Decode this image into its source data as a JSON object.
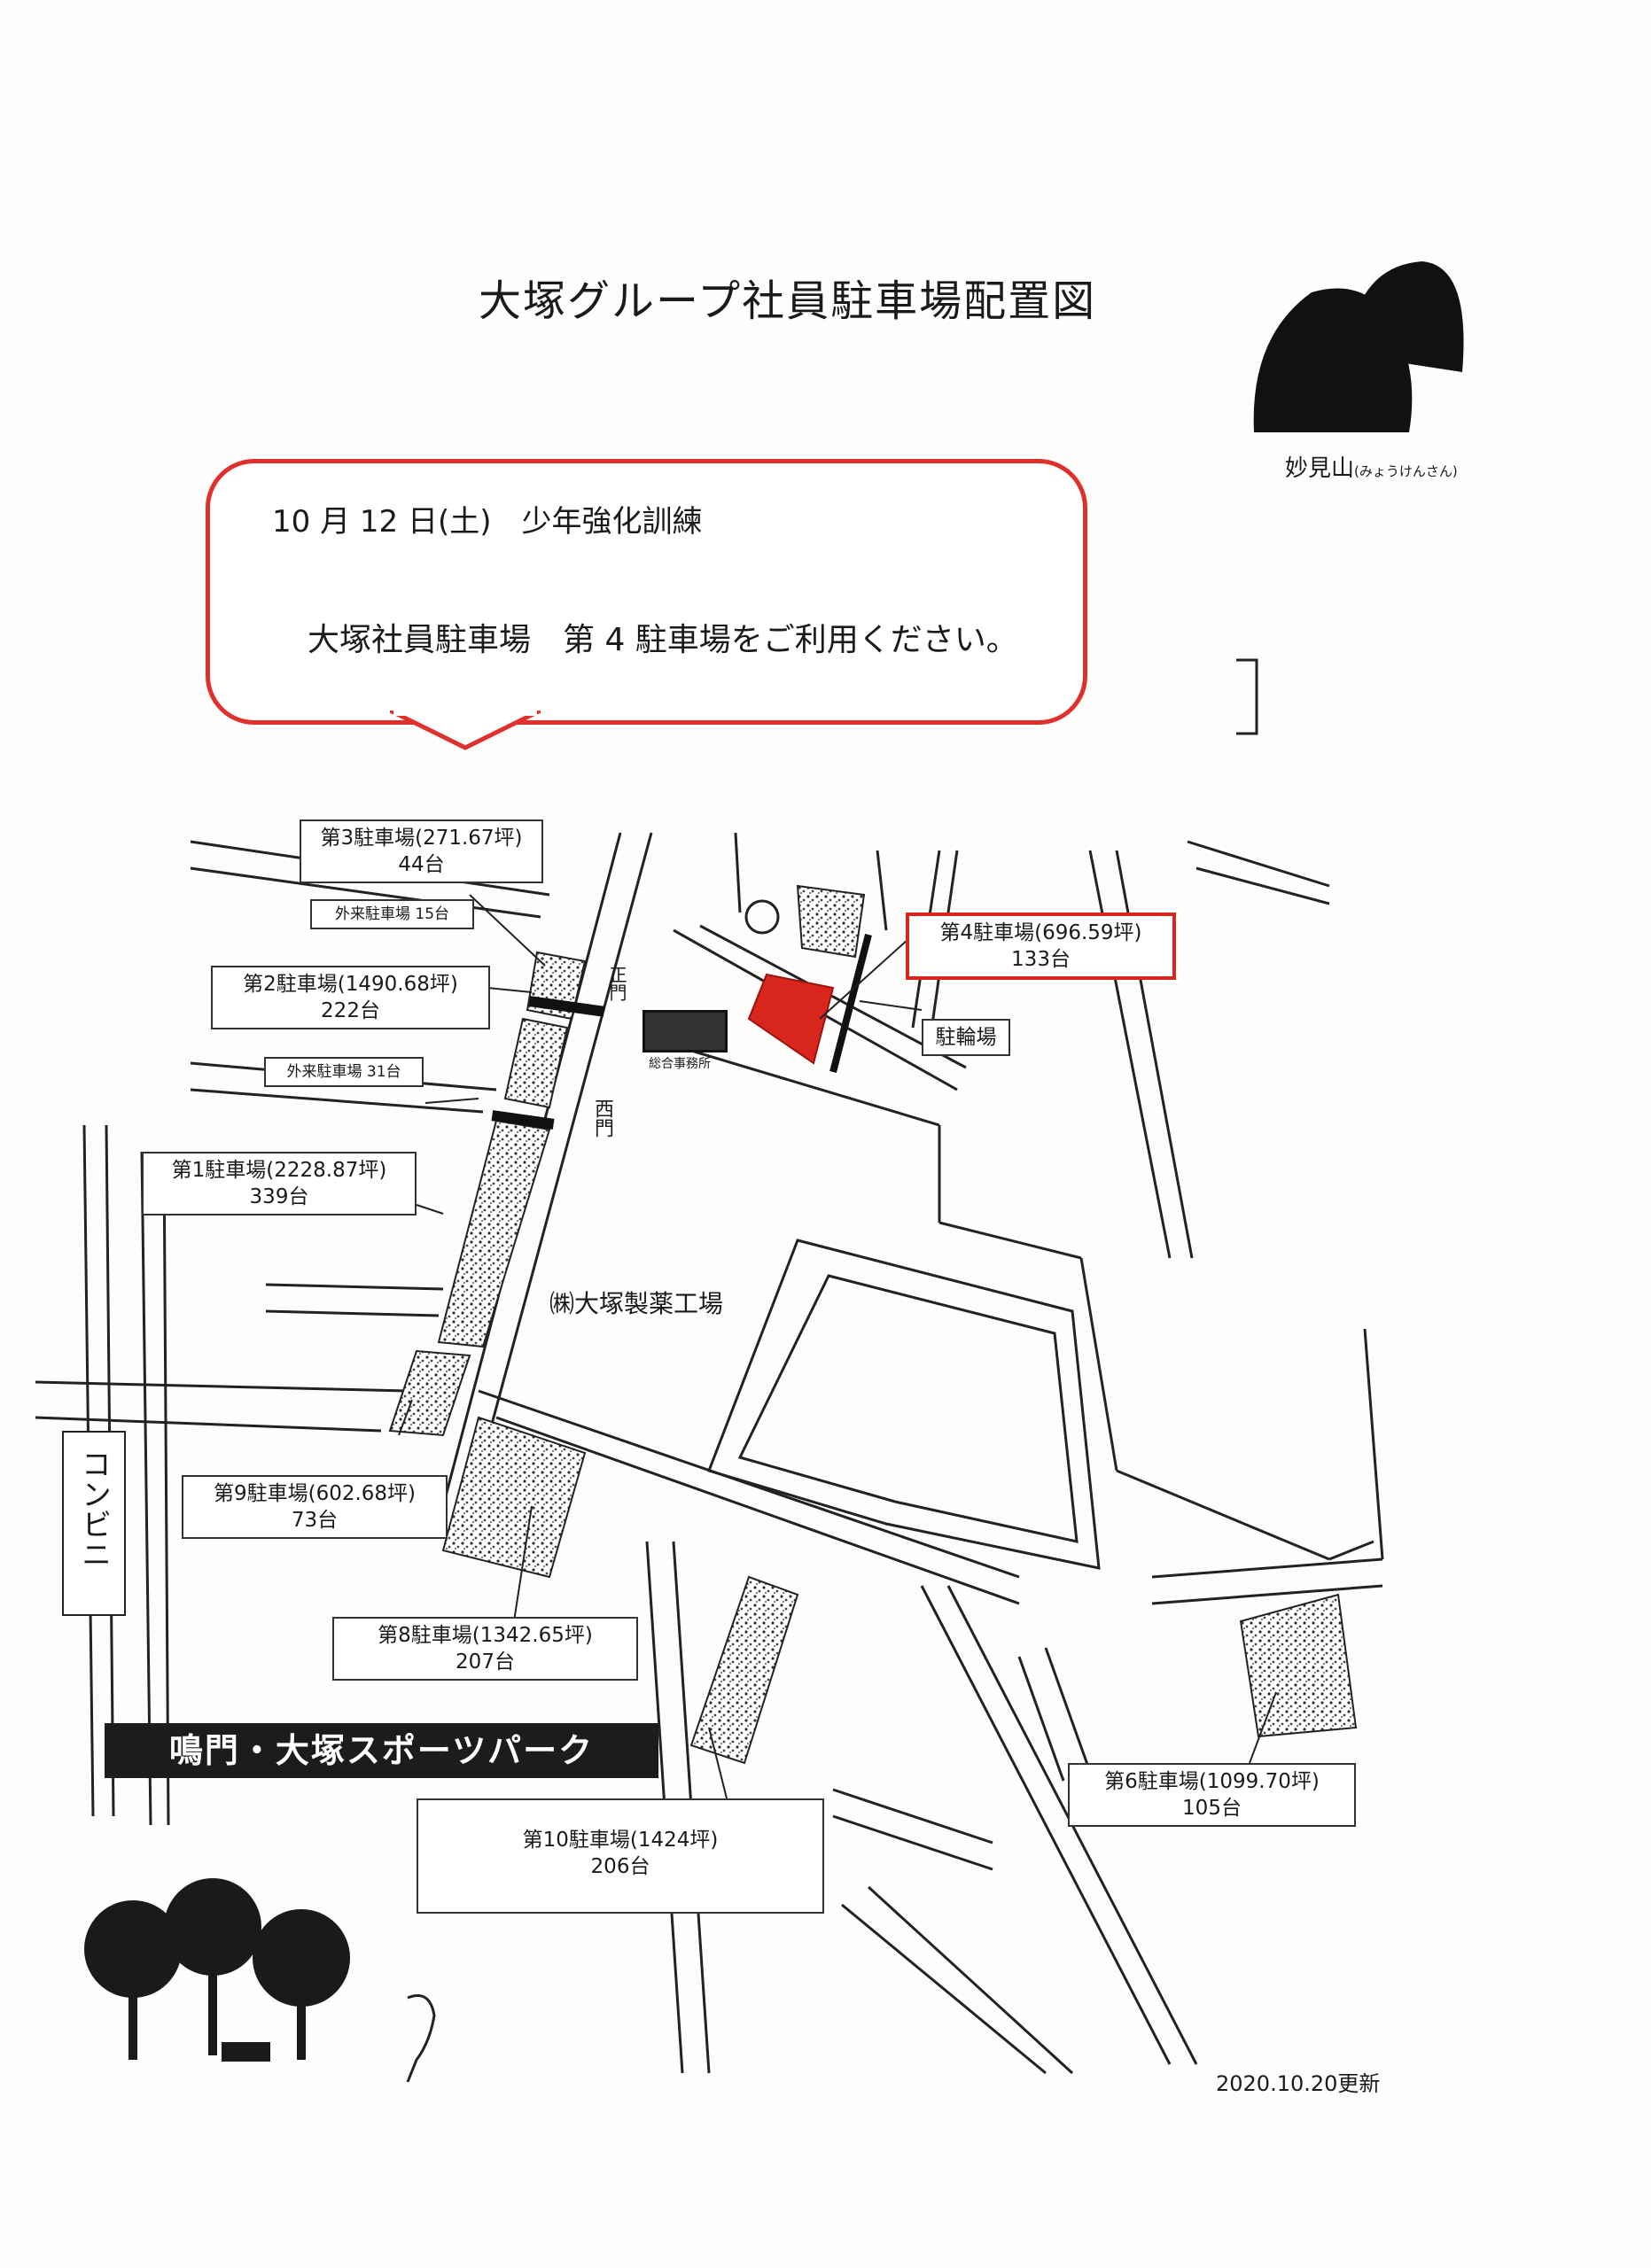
{
  "title": "大塚グループ社員駐車場配置図",
  "notice": {
    "line1": "10 月 12 日(土)　少年強化訓練",
    "line2": "大塚社員駐車場　第 4 駐車場をご利用ください。"
  },
  "mountain": {
    "label": "妙見山",
    "reading": "(みょうけんさん)"
  },
  "map": {
    "factory": "㈱大塚製薬工場",
    "convenience_store": "コンビニ",
    "west_gate": "西門",
    "office_label": "総合事務所",
    "gate_label": "正門"
  },
  "parking": {
    "p3": {
      "name": "第3駐車場(271.67坪)",
      "count": "44台"
    },
    "outpatient15": {
      "name": "外来駐車場  15台"
    },
    "p2": {
      "name": "第2駐車場(1490.68坪)",
      "count": "222台"
    },
    "outpatient31": {
      "name": "外来駐車場  31台"
    },
    "p1": {
      "name": "第1駐車場(2228.87坪)",
      "count": "339台"
    },
    "p4": {
      "name": "第4駐車場(696.59坪)",
      "count": "133台"
    },
    "bike": {
      "name": "駐輪場"
    },
    "p9": {
      "name": "第9駐車場(602.68坪)",
      "count": "73台"
    },
    "p8": {
      "name": "第8駐車場(1342.65坪)",
      "count": "207台"
    },
    "p6": {
      "name": "第6駐車場(1099.70坪)",
      "count": "105台"
    },
    "p10": {
      "name": "第10駐車場(1424坪)",
      "count": "206台"
    }
  },
  "park_banner": "鳴門・大塚スポーツパーク",
  "updated": "2020.10.20更新",
  "colors": {
    "highlight": "#d9261c",
    "ink": "#1a1a1a"
  }
}
